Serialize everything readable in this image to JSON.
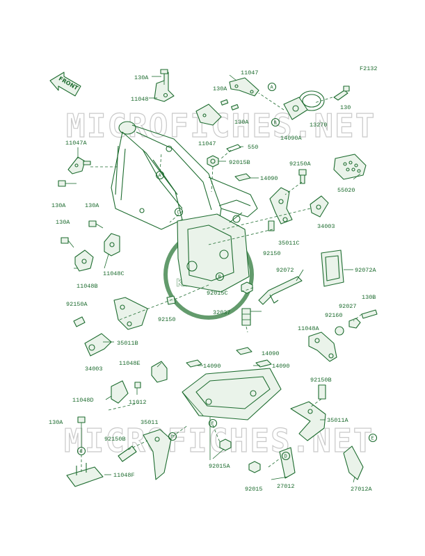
{
  "figure_code": "F2132",
  "front_label": "FRONT",
  "watermarks": [
    "MICROFICHES.NET",
    "MICROFICHES.NET"
  ],
  "brand": "Kawasaki",
  "colors": {
    "ink": "#1c6b2e",
    "watermark": "#c9c9c9",
    "background": "#ffffff"
  },
  "labels": {
    "l130a_top": "130A",
    "l11048": "11048",
    "l11047_top": "11047",
    "l130a_mid": "130A",
    "l130a_mid2": "130A",
    "l11047_b": "11047",
    "l550": "550",
    "l92015b": "92015B",
    "l14090_a": "14090",
    "l130": "130",
    "l13270": "13270",
    "l14090a": "14090A",
    "l11047a": "11047A",
    "l130a_left": "130A",
    "l130a_left2": "130A",
    "l130a_left3": "130A",
    "l11048c": "11048C",
    "l11048b": "11048B",
    "l92150a_r": "92150A",
    "l55020": "55020",
    "l34003_r": "34003",
    "l35011c": "35011C",
    "l92150_r": "92150",
    "l92072": "92072",
    "l92072a": "92072A",
    "l92150a_l": "92150A",
    "l92015c": "92015C",
    "l92150_l": "92150",
    "l32037": "32037",
    "l35011b": "35011B",
    "l34003_l": "34003",
    "l130b": "130B",
    "l92027": "92027",
    "l92160": "92160",
    "l11048a": "11048A",
    "l14090_b": "14090",
    "l14090_c": "14090",
    "l14090_d": "14090",
    "l11048e": "11048E",
    "l11048d": "11048D",
    "l11012": "11012",
    "l92150b_r": "92150B",
    "l35011a": "35011A",
    "l130a_bot": "130A",
    "l35011": "35011",
    "l92150b_l": "92150B",
    "l11048f": "11048F",
    "l92015a": "92015A",
    "l92015": "92015",
    "l27012": "27012",
    "l27012a": "27012A"
  },
  "refs": {
    "a1": "A",
    "a2": "A",
    "b1": "B",
    "b2": "B",
    "c1": "C",
    "c2": "C",
    "d1": "D",
    "d2": "D",
    "e1": "E",
    "e2": "E"
  }
}
